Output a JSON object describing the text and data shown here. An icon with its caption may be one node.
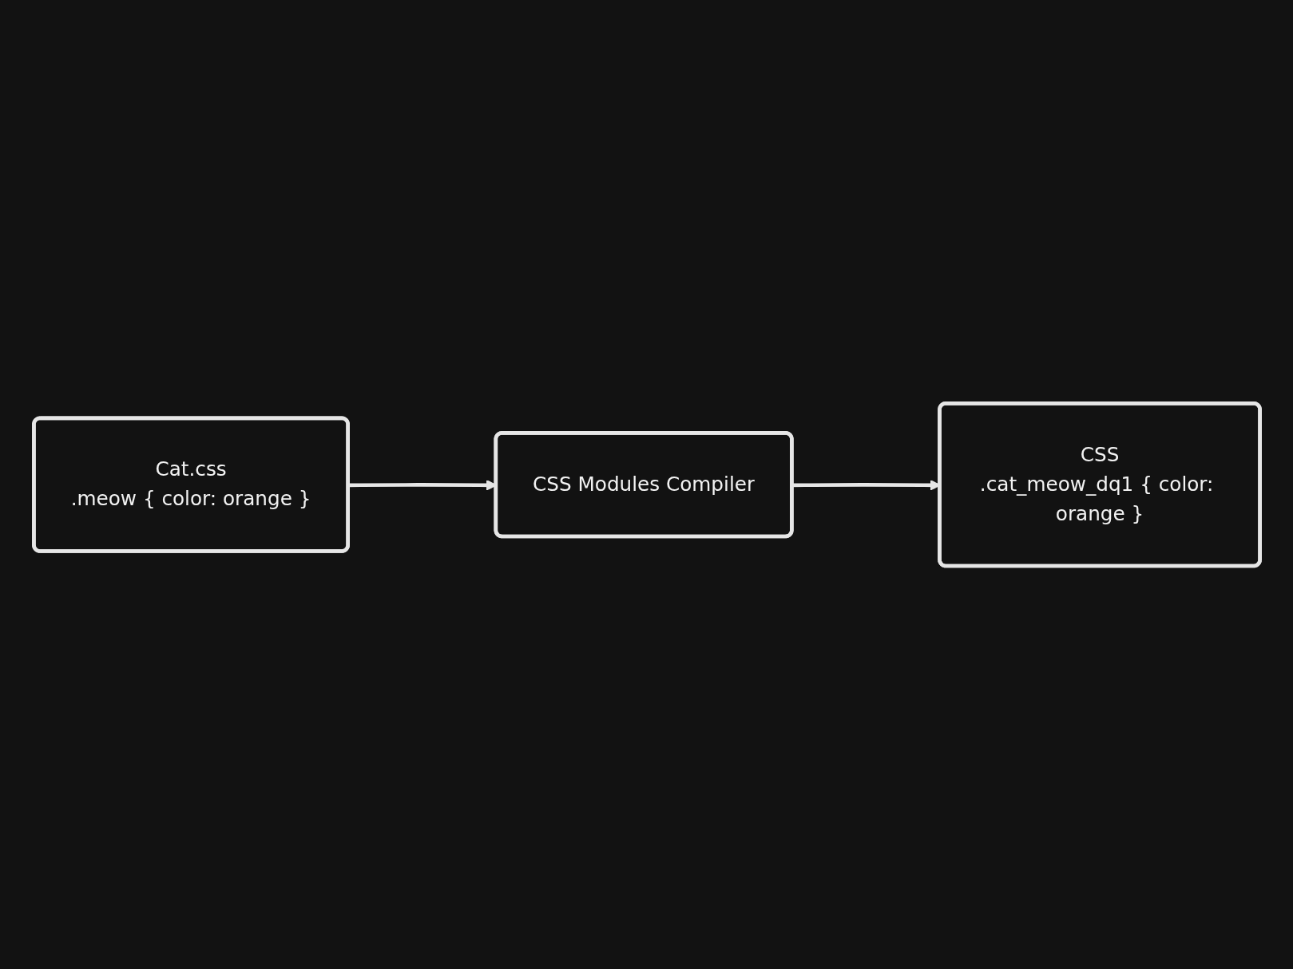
{
  "diagram": {
    "nodes": [
      {
        "text": [
          "Cat.css",
          ".meow { color: orange }"
        ]
      },
      {
        "text": [
          "CSS Modules Compiler"
        ]
      },
      {
        "text": [
          "CSS",
          ".cat_meow_dq1 { color: orange }"
        ]
      }
    ],
    "edges": [
      {
        "from": 0,
        "to": 1,
        "arrow": "to"
      },
      {
        "from": 1,
        "to": 2,
        "arrow": "to"
      }
    ]
  }
}
